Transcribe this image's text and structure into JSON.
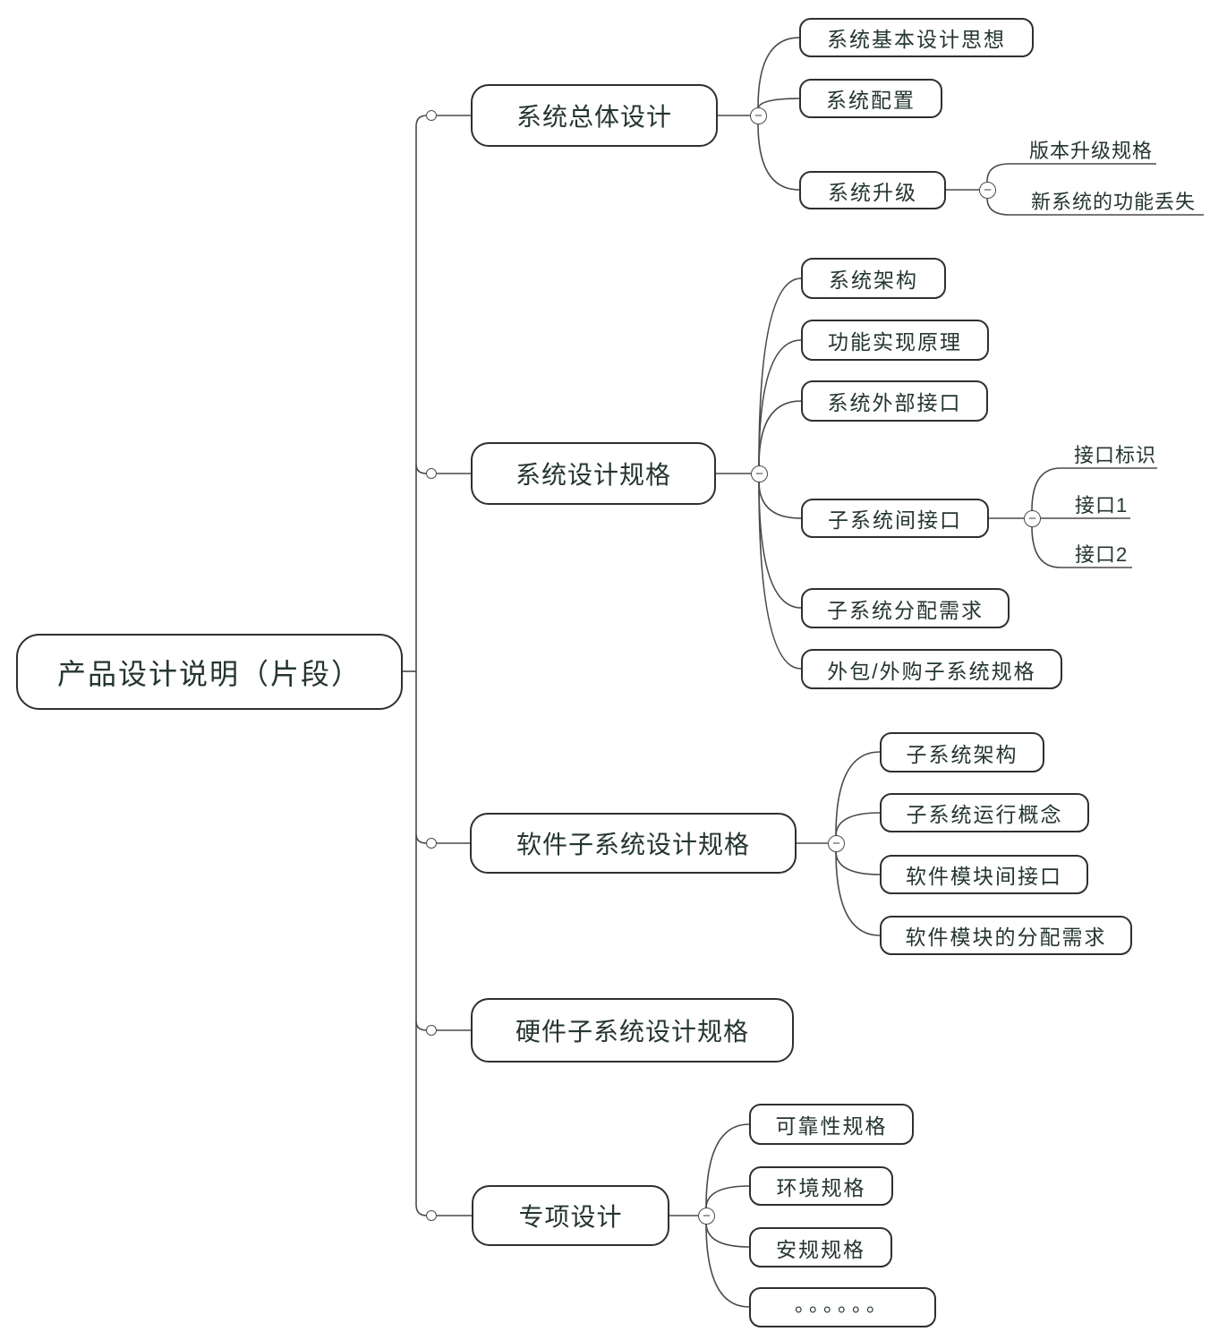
{
  "root": {
    "label": "产品设计说明（片段）"
  },
  "branches": [
    {
      "label": "系统总体设计",
      "children": [
        {
          "label": "系统基本设计思想"
        },
        {
          "label": "系统配置"
        },
        {
          "label": "系统升级",
          "children": [
            {
              "label": "版本升级规格"
            },
            {
              "label": "新系统的功能丢失"
            }
          ]
        }
      ]
    },
    {
      "label": "系统设计规格",
      "children": [
        {
          "label": "系统架构"
        },
        {
          "label": "功能实现原理"
        },
        {
          "label": "系统外部接口"
        },
        {
          "label": "子系统间接口",
          "children": [
            {
              "label": "接口标识"
            },
            {
              "label": "接口1"
            },
            {
              "label": "接口2"
            }
          ]
        },
        {
          "label": "子系统分配需求"
        },
        {
          "label": "外包/外购子系统规格"
        }
      ]
    },
    {
      "label": "软件子系统设计规格",
      "children": [
        {
          "label": "子系统架构"
        },
        {
          "label": "子系统运行概念"
        },
        {
          "label": "软件模块间接口"
        },
        {
          "label": "软件模块的分配需求"
        }
      ]
    },
    {
      "label": "硬件子系统设计规格",
      "children": []
    },
    {
      "label": "专项设计",
      "children": [
        {
          "label": "可靠性规格"
        },
        {
          "label": "环境规格"
        },
        {
          "label": "安规规格"
        },
        {
          "label": "。。。。。。"
        }
      ]
    }
  ],
  "toggles": {
    "collapse_symbol": "−"
  },
  "colors": {
    "background": "#ffffff",
    "node_fill": "#ffffff",
    "node_border": "#2f2f2f",
    "text": "#243530",
    "connector": "#4a4a4a"
  }
}
